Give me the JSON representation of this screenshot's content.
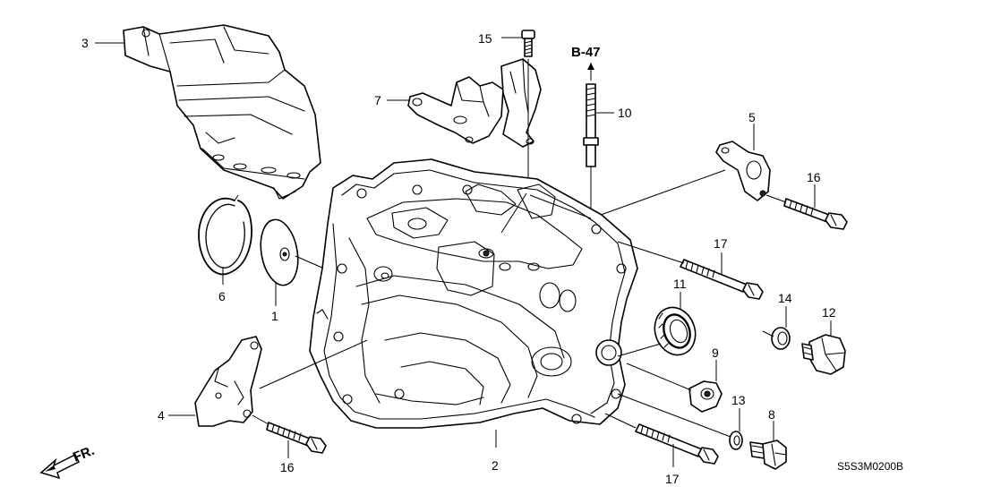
{
  "callouts": {
    "c1": "1",
    "c2": "2",
    "c3": "3",
    "c4": "4",
    "c5": "5",
    "c6": "6",
    "c7": "7",
    "c8": "8",
    "c9": "9",
    "c10": "10",
    "c11": "11",
    "c12": "12",
    "c13": "13",
    "c14": "14",
    "c15": "15",
    "c16a": "16",
    "c16b": "16",
    "c17a": "17",
    "c17b": "17"
  },
  "reference": "B-47",
  "direction_label": "FR.",
  "diagram_code": "S5S3M0200B",
  "icons": [
    "front-direction-arrow-icon",
    "reference-arrow-icon"
  ]
}
